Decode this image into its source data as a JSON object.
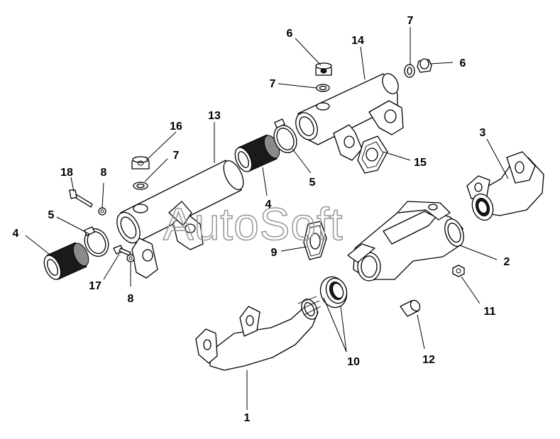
{
  "watermark": "AutoSoft",
  "callouts": [
    {
      "id": "c1",
      "label": "1"
    },
    {
      "id": "c2",
      "label": "2"
    },
    {
      "id": "c3",
      "label": "3"
    },
    {
      "id": "c4a",
      "label": "4"
    },
    {
      "id": "c4b",
      "label": "4"
    },
    {
      "id": "c5a",
      "label": "5"
    },
    {
      "id": "c5b",
      "label": "5"
    },
    {
      "id": "c6a",
      "label": "6"
    },
    {
      "id": "c6b",
      "label": "6"
    },
    {
      "id": "c7a",
      "label": "7"
    },
    {
      "id": "c7b",
      "label": "7"
    },
    {
      "id": "c7c",
      "label": "7"
    },
    {
      "id": "c8a",
      "label": "8"
    },
    {
      "id": "c8b",
      "label": "8"
    },
    {
      "id": "c9",
      "label": "9"
    },
    {
      "id": "c10",
      "label": "10"
    },
    {
      "id": "c11",
      "label": "11"
    },
    {
      "id": "c12",
      "label": "12"
    },
    {
      "id": "c13",
      "label": "13"
    },
    {
      "id": "c14",
      "label": "14"
    },
    {
      "id": "c15",
      "label": "15"
    },
    {
      "id": "c16",
      "label": "16"
    },
    {
      "id": "c17",
      "label": "17"
    },
    {
      "id": "c18",
      "label": "18"
    }
  ]
}
